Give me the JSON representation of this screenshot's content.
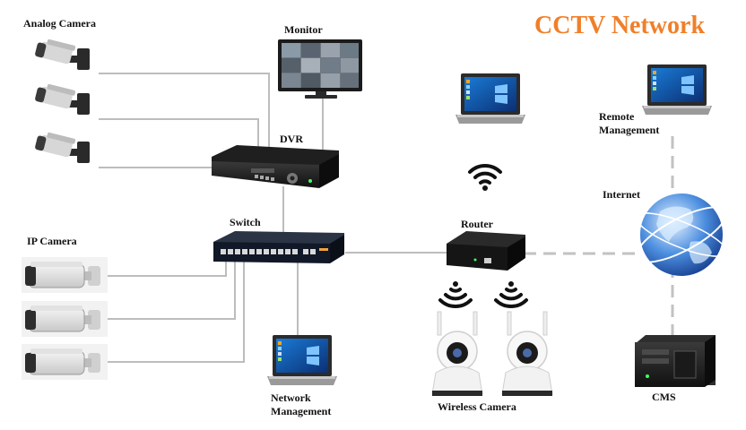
{
  "title": "CCTV Network",
  "labels": {
    "analog_camera": "Analog Camera",
    "monitor": "Monitor",
    "dvr": "DVR",
    "switch": "Switch",
    "ip_camera": "IP Camera",
    "router": "Router",
    "internet": "Internet",
    "remote_management_1": "Remote",
    "remote_management_2": "Management",
    "network_management_1": "Network",
    "network_management_2": "Management",
    "wireless_camera": "Wireless Camera",
    "cms": "CMS"
  },
  "colors": {
    "title": "#f07f2a",
    "wire": "#bdbdbd",
    "device_dark": "#1f1f1f",
    "switch_body": "#111827",
    "screen_blue": "#1e5fb8",
    "globe_blue": "#2a6fd1"
  },
  "icons": [
    "analog-camera-icon",
    "monitor-icon",
    "dvr-icon",
    "network-switch-icon",
    "ip-camera-icon",
    "router-icon",
    "wifi-icon",
    "laptop-icon",
    "globe-icon",
    "wireless-camera-icon",
    "cms-server-icon"
  ]
}
